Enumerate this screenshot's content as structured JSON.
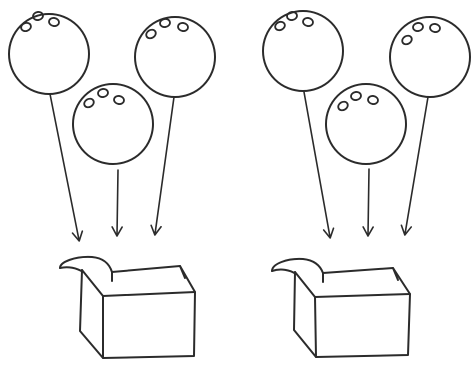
{
  "illustration": {
    "groups": [
      {
        "name": "left",
        "ball_count": 3,
        "ball_icon": "bowling-ball-icon",
        "arrow_icon": "down-arrow-icon",
        "container_icon": "open-box-icon"
      },
      {
        "name": "right",
        "ball_count": 3,
        "ball_icon": "bowling-ball-icon",
        "arrow_icon": "down-arrow-icon",
        "container_icon": "open-box-icon"
      }
    ],
    "colors": {
      "ink": "#2b2b2b",
      "background": "#ffffff"
    }
  }
}
